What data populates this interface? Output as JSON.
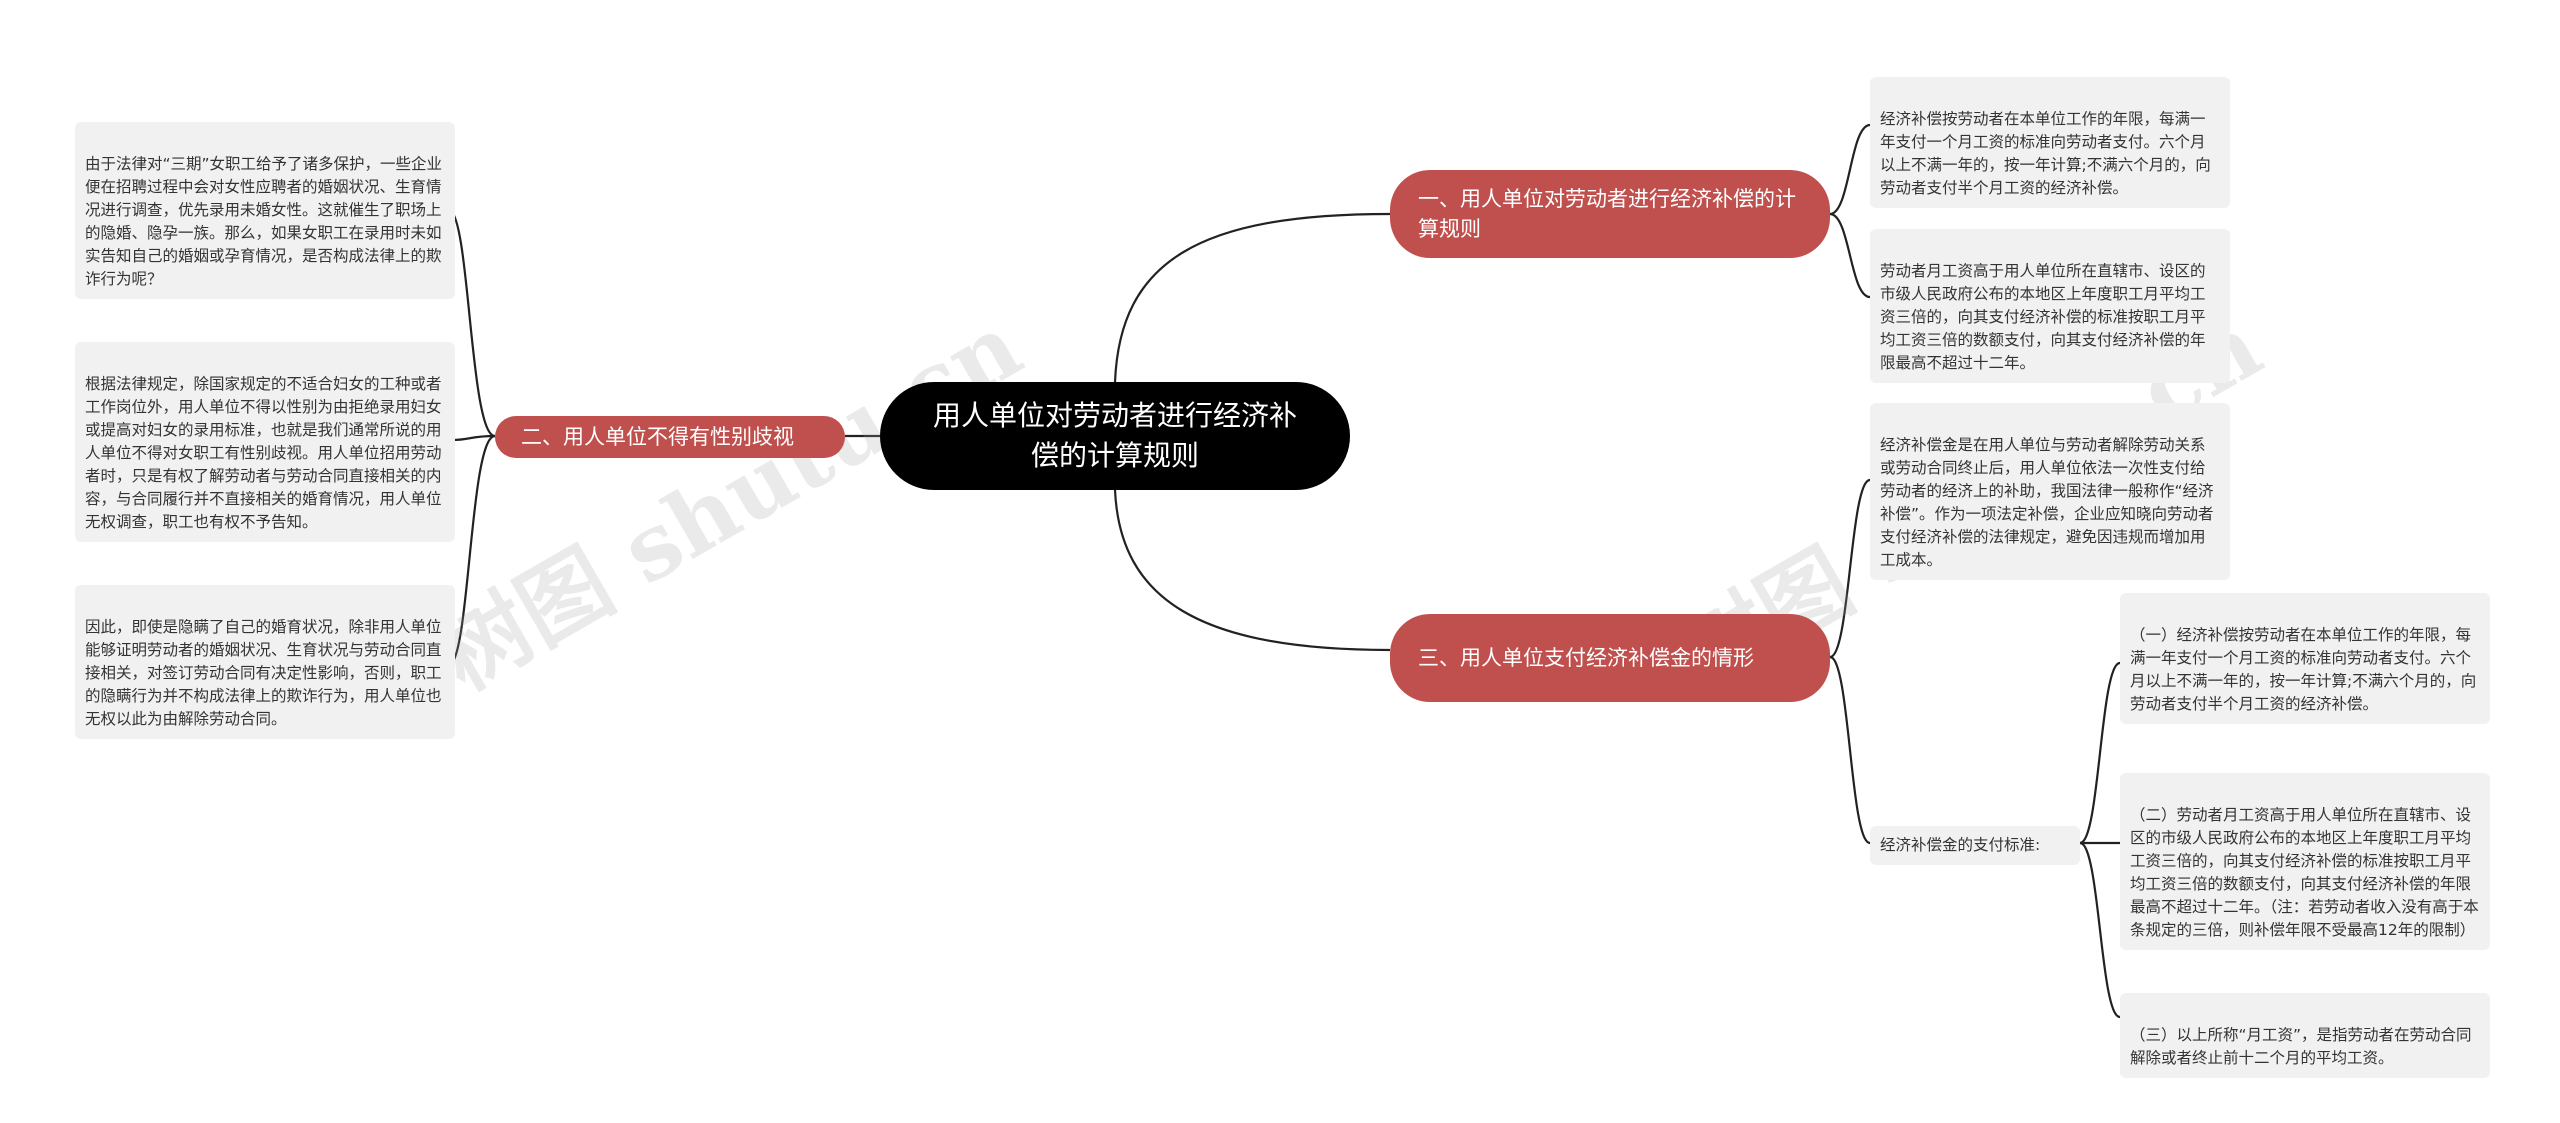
{
  "center": {
    "title": "用人单位对劳动者进行经济补偿的计算规则"
  },
  "branches": {
    "b1": {
      "title": "一、用人单位对劳动者进行经济补偿的计算规则"
    },
    "b2": {
      "title": "二、用人单位不得有性别歧视"
    },
    "b3": {
      "title": "三、用人单位支付经济补偿金的情形"
    }
  },
  "leaves": {
    "b1_1": "经济补偿按劳动者在本单位工作的年限，每满一年支付一个月工资的标准向劳动者支付。六个月以上不满一年的，按一年计算;不满六个月的，向劳动者支付半个月工资的经济补偿。",
    "b1_2": "劳动者月工资高于用人单位所在直辖市、设区的市级人民政府公布的本地区上年度职工月平均工资三倍的，向其支付经济补偿的标准按职工月平均工资三倍的数额支付，向其支付经济补偿的年限最高不超过十二年。",
    "b2_1": "由于法律对“三期”女职工给予了诸多保护，一些企业便在招聘过程中会对女性应聘者的婚姻状况、生育情况进行调查，优先录用未婚女性。这就催生了职场上的隐婚、隐孕一族。那么，如果女职工在录用时未如实告知自己的婚姻或孕育情况，是否构成法律上的欺诈行为呢？",
    "b2_2": "根据法律规定，除国家规定的不适合妇女的工种或者工作岗位外，用人单位不得以性别为由拒绝录用妇女或提高对妇女的录用标准，也就是我们通常所说的用人单位不得对女职工有性别歧视。用人单位招用劳动者时，只是有权了解劳动者与劳动合同直接相关的内容，与合同履行并不直接相关的婚育情况，用人单位无权调查，职工也有权不予告知。",
    "b2_3": "因此，即使是隐瞒了自己的婚育状况，除非用人单位能够证明劳动者的婚姻状况、生育状况与劳动合同直接相关，对签订劳动合同有决定性影响，否则，职工的隐瞒行为并不构成法律上的欺诈行为，用人单位也无权以此为由解除劳动合同。",
    "b3_1": "经济补偿金是在用人单位与劳动者解除劳动关系或劳动合同终止后，用人单位依法一次性支付给劳动者的经济上的补助，我国法律一般称作“经济补偿”。作为一项法定补偿，企业应知晓向劳动者支付经济补偿的法律规定，避免因违规而增加用工成本。",
    "b3_2_label": "经济补偿金的支付标准:",
    "b3_2_1": "（一）经济补偿按劳动者在本单位工作的年限，每满一年支付一个月工资的标准向劳动者支付。六个月以上不满一年的，按一年计算;不满六个月的，向劳动者支付半个月工资的经济补偿。",
    "b3_2_2": "（二）劳动者月工资高于用人单位所在直辖市、设区的市级人民政府公布的本地区上年度职工月平均工资三倍的，向其支付经济补偿的标准按职工月平均工资三倍的数额支付，向其支付经济补偿的年限最高不超过十二年。（注：若劳动者收入没有高于本条规定的三倍，则补偿年限不受最高12年的限制）",
    "b3_2_3": "（三）以上所称“月工资”，是指劳动者在劳动合同解除或者终止前十二个月的平均工资。"
  },
  "colors": {
    "branch": "#c0504d",
    "center": "#000000",
    "leaf_bg": "#f1f1f1",
    "line": "#222222"
  },
  "watermark": {
    "text": "树图 shutu.cn"
  }
}
